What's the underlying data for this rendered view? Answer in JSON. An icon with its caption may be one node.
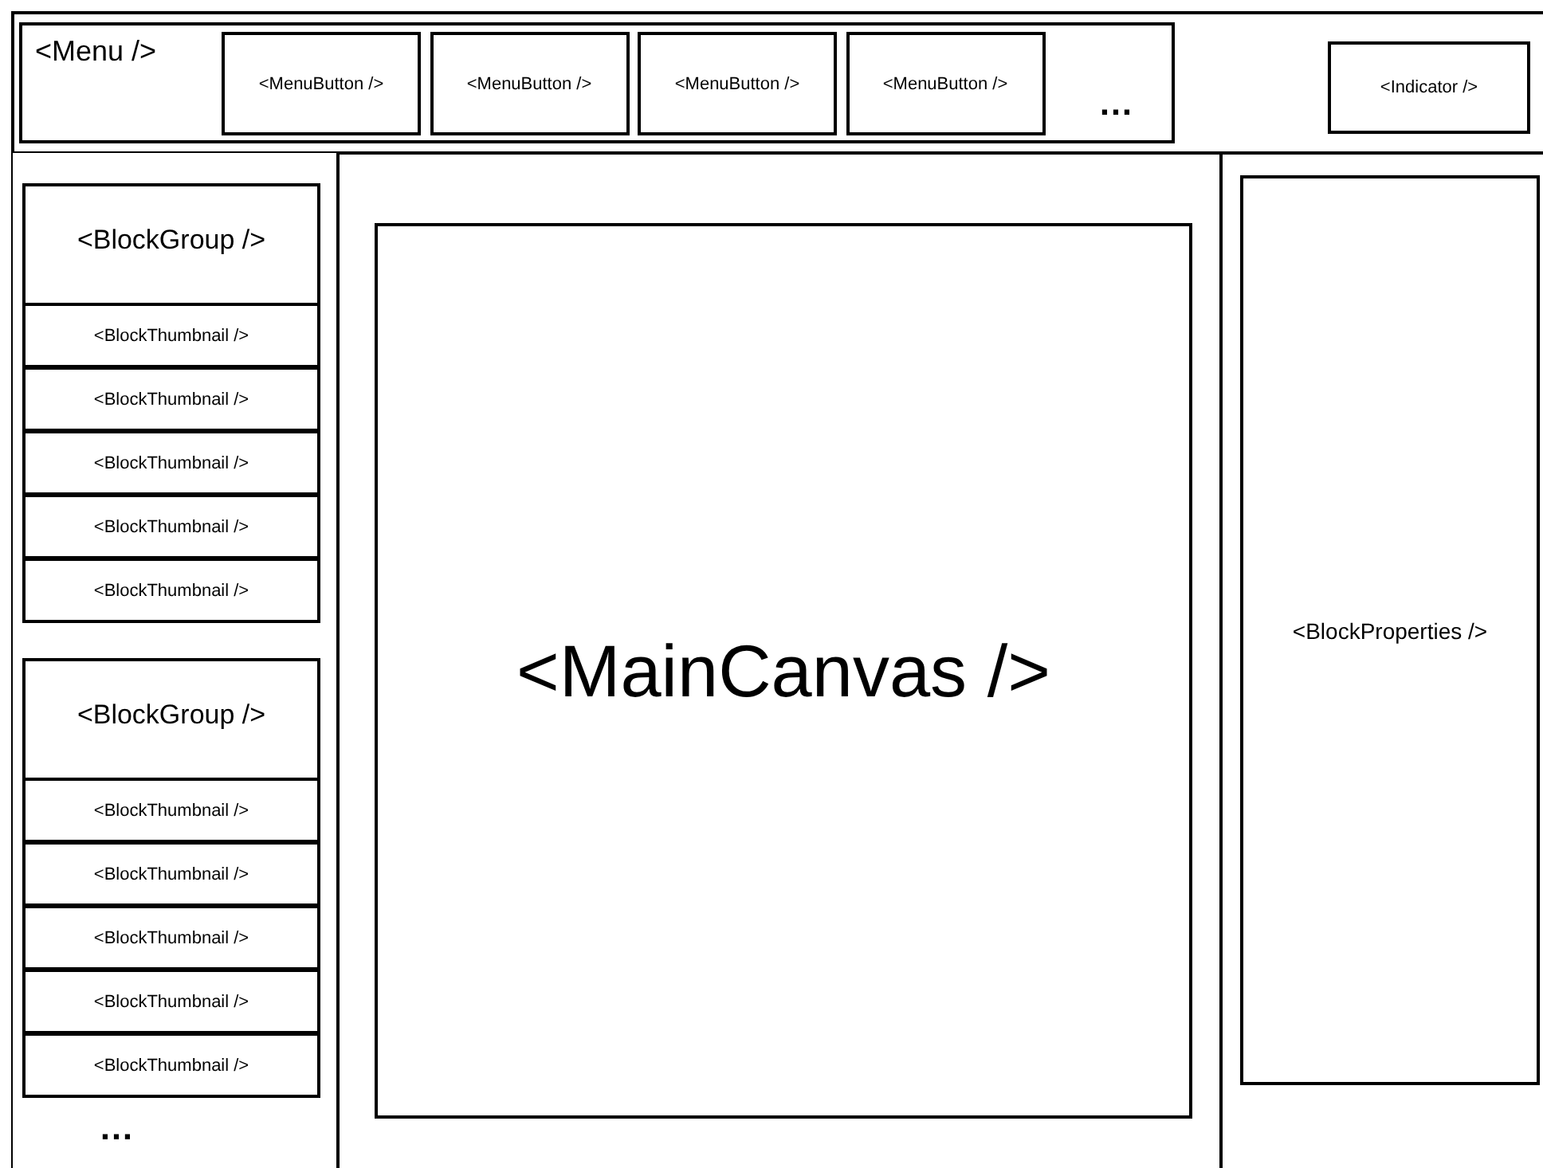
{
  "diagram": {
    "nodes": [
      {
        "text": [
          "<Menu />"
        ]
      },
      {
        "text": [
          "<MenuButton />"
        ],
        "in": 0
      },
      {
        "text": [
          "<MenuButton />"
        ],
        "in": 0
      },
      {
        "text": [
          "<MenuButton />"
        ],
        "in": 0
      },
      {
        "text": [
          "<MenuButton />"
        ],
        "in": 0
      },
      {
        "text": [
          "<Indicator />"
        ]
      },
      {
        "text": [],
        "shape": "box"
      },
      {
        "text": [
          "<BlockGroup />"
        ],
        "in": 6
      },
      {
        "text": [
          "<BlockThumbnail />"
        ],
        "in": 7
      },
      {
        "text": [
          "<BlockThumbnail />"
        ],
        "in": 7
      },
      {
        "text": [
          "<BlockThumbnail />"
        ],
        "in": 7
      },
      {
        "text": [
          "<BlockThumbnail />"
        ],
        "in": 7
      },
      {
        "text": [
          "<BlockThumbnail />"
        ],
        "in": 7
      },
      {
        "text": [
          "<BlockGroup />"
        ],
        "in": 6
      },
      {
        "text": [
          "<BlockThumbnail />"
        ],
        "in": 13
      },
      {
        "text": [
          "<BlockThumbnail />"
        ],
        "in": 13
      },
      {
        "text": [
          "<BlockThumbnail />"
        ],
        "in": 13
      },
      {
        "text": [
          "<BlockThumbnail />"
        ],
        "in": 13
      },
      {
        "text": [
          "<BlockThumbnail />"
        ],
        "in": 13
      },
      {
        "text": [
          "<MainCanvas />"
        ]
      },
      {
        "text": [
          "<BlockProperties />"
        ]
      }
    ],
    "edges": [],
    "labels": [
      "…",
      "…"
    ]
  }
}
